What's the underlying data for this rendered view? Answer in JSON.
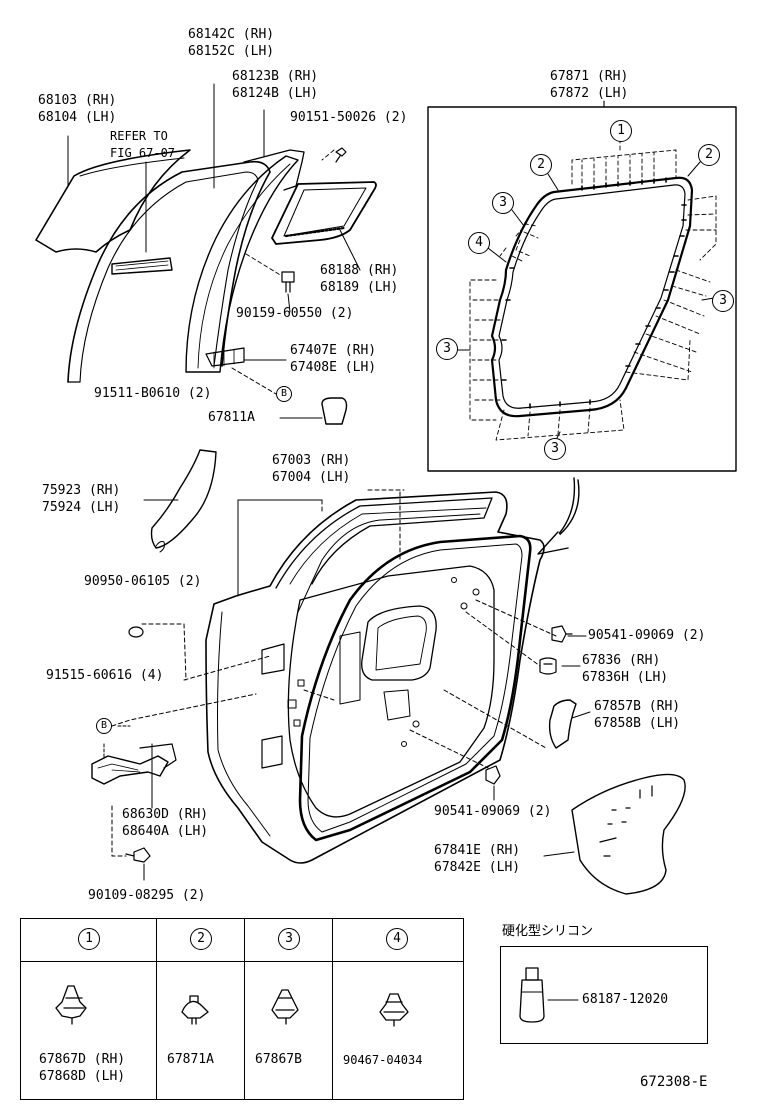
{
  "labels": {
    "p68142C": "68142C (RH)",
    "p68152C": "68152C (LH)",
    "p68103": "68103 (RH)",
    "p68104": "68104 (LH)",
    "refer1": "REFER TO",
    "refer2": "FIG 67-07",
    "p68123B": "68123B (RH)",
    "p68124B": "68124B (LH)",
    "p90151": "90151-50026 (2)",
    "p67871": "67871 (RH)",
    "p67872": "67872 (LH)",
    "p68188": "68188 (RH)",
    "p68189": "68189 (LH)",
    "p90159": "90159-60550 (2)",
    "p67407E": "67407E (RH)",
    "p67408E": "67408E (LH)",
    "p91511": "91511-B0610 (2)",
    "p67811A": "67811A",
    "p67003": "67003 (RH)",
    "p67004": "67004 (LH)",
    "p75923": "75923 (RH)",
    "p75924": "75924 (LH)",
    "p90950": "90950-06105 (2)",
    "p90541a": "90541-09069 (2)",
    "p67836": "67836  (RH)",
    "p67836H": "67836H (LH)",
    "p91515": "91515-60616 (4)",
    "p67857B": "67857B (RH)",
    "p67858B": "67858B (LH)",
    "p68630D": "68630D (RH)",
    "p68640A": "68640A (LH)",
    "p90541b": "90541-09069 (2)",
    "p67841E": "67841E (RH)",
    "p67842E": "67842E (LH)",
    "p90109": "90109-08295 (2)",
    "silicone_title": "硬化型シリコン",
    "p68187": "68187-12020",
    "fig_code": "672308-E"
  },
  "callouts": {
    "c1": "1",
    "c2": "2",
    "c3": "3",
    "c4": "4",
    "b": "B"
  },
  "legend": {
    "headers": [
      "1",
      "2",
      "3",
      "4"
    ],
    "parts": [
      {
        "line1": "67867D (RH)",
        "line2": "67868D (LH)"
      },
      {
        "line1": "67871A",
        "line2": ""
      },
      {
        "line1": "67867B",
        "line2": ""
      },
      {
        "line1": "90467-04034",
        "line2": ""
      }
    ]
  }
}
